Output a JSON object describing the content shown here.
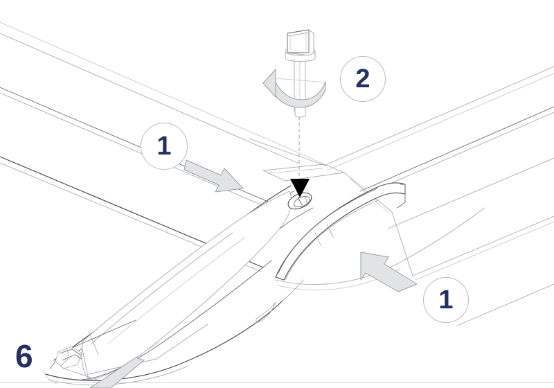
{
  "diagram": {
    "title": "Glider wing and fuselage assembly",
    "step_number": "6",
    "subject": "radio-control glider airframe assembly illustration",
    "background_color": "#ffffff",
    "line_color": "#4a4a52",
    "light_line_color": "#a8aab2",
    "fill_color": "#e2e3e5",
    "accent_color": "#22306a",
    "marker_color": "#000000"
  },
  "callouts": [
    {
      "id": "callout-1a",
      "label": "1",
      "position": "upper-left",
      "describes": "left wing panel slides inboard toward fuselage"
    },
    {
      "id": "callout-2",
      "label": "2",
      "position": "upper-right",
      "describes": "thumbscrew rotates and drops into wing joiner socket"
    },
    {
      "id": "callout-1b",
      "label": "1",
      "position": "lower-right",
      "describes": "right wing panel slides inboard toward fuselage"
    }
  ],
  "arrows": [
    {
      "id": "arrow-wing-left",
      "type": "straight",
      "direction": "down-right",
      "fill": "#e2e3e5",
      "stroke": "#9a9ca4"
    },
    {
      "id": "arrow-wing-right",
      "type": "straight",
      "direction": "up-left",
      "fill": "#e2e3e5",
      "stroke": "#9a9ca4"
    },
    {
      "id": "arrow-rotate-screw",
      "type": "curved",
      "direction": "counter-clockwise",
      "fill": "#e2e3e5",
      "stroke": "#9a9ca4"
    }
  ],
  "parts": [
    {
      "id": "wing-left",
      "name": "left wing panel"
    },
    {
      "id": "wing-right",
      "name": "right wing panel"
    },
    {
      "id": "fuselage",
      "name": "fuselage pod"
    },
    {
      "id": "canopy",
      "name": "cockpit canopy"
    },
    {
      "id": "nose-hook",
      "name": "nose tow hook detail"
    },
    {
      "id": "thumbscrew",
      "name": "knurled thumbscrew"
    },
    {
      "id": "wing-socket",
      "name": "wing retaining socket"
    }
  ],
  "markers": [
    {
      "id": "insertion-marker",
      "shape": "filled-down-triangle",
      "describes": "insertion point of the thumbscrew into the wing socket"
    },
    {
      "id": "alignment-line",
      "shape": "vertical-dashed-line",
      "describes": "alignment axis between thumbscrew and socket"
    }
  ]
}
